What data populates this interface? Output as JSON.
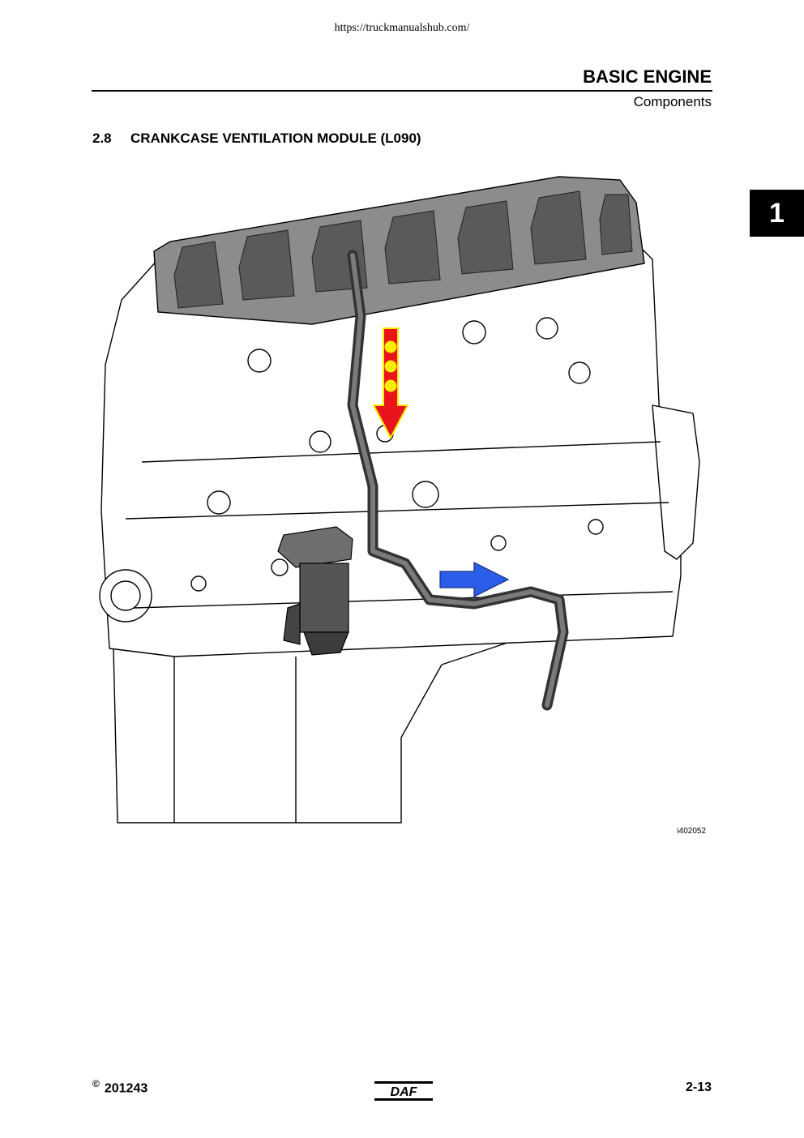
{
  "header": {
    "url": "https://truckmanualshub.com/",
    "title": "BASIC ENGINE",
    "subtitle": "Components"
  },
  "chapter_tab": "1",
  "section": {
    "number": "2.8",
    "title": "CRANKCASE VENTILATION MODULE (L090)"
  },
  "figure": {
    "id": "i402052",
    "flow_arrow_colors": {
      "inlet": "#e8131b",
      "inlet_dots": "#ffec00",
      "outlet": "#2b5de8"
    }
  },
  "footer": {
    "copyright_symbol": "©",
    "code": "201243",
    "brand": "DAF",
    "page": "2-13"
  }
}
